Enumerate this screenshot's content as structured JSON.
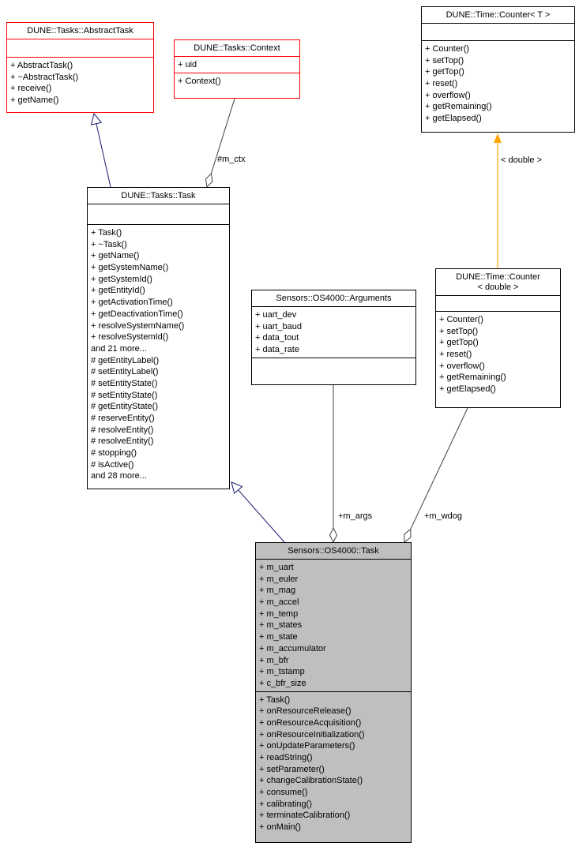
{
  "nodes": {
    "abstract_task": {
      "title": "DUNE::Tasks::AbstractTask",
      "attributes": [],
      "methods": [
        "+ AbstractTask()",
        "+ ~AbstractTask()",
        "+ receive()",
        "+ getName()"
      ]
    },
    "context": {
      "title": "DUNE::Tasks::Context",
      "attributes": [
        "+ uid"
      ],
      "methods": [
        "+ Context()"
      ]
    },
    "counter_t": {
      "title": "DUNE::Time::Counter< T >",
      "attributes": [],
      "methods": [
        "+ Counter()",
        "+ setTop()",
        "+ getTop()",
        "+ reset()",
        "+ overflow()",
        "+ getRemaining()",
        "+ getElapsed()"
      ]
    },
    "task": {
      "title": "DUNE::Tasks::Task",
      "attributes": [],
      "methods": [
        "+ Task()",
        "+ ~Task()",
        "+ getName()",
        "+ getSystemName()",
        "+ getSystemId()",
        "+ getEntityId()",
        "+ getActivationTime()",
        "+ getDeactivationTime()",
        "+ resolveSystemName()",
        "+ resolveSystemId()",
        "and 21 more...",
        "# getEntityLabel()",
        "# setEntityLabel()",
        "# setEntityState()",
        "# setEntityState()",
        "# getEntityState()",
        "# reserveEntity()",
        "# resolveEntity()",
        "# resolveEntity()",
        "# stopping()",
        "# isActive()",
        "and 28 more..."
      ]
    },
    "arguments": {
      "title": "Sensors::OS4000::Arguments",
      "attributes": [
        "+ uart_dev",
        "+ uart_baud",
        "+ data_tout",
        "+ data_rate"
      ],
      "methods": []
    },
    "counter_double": {
      "title": "DUNE::Time::Counter\n< double >",
      "attributes": [],
      "methods": [
        "+ Counter()",
        "+ setTop()",
        "+ getTop()",
        "+ reset()",
        "+ overflow()",
        "+ getRemaining()",
        "+ getElapsed()"
      ]
    },
    "os4000_task": {
      "title": "Sensors::OS4000::Task",
      "attributes": [
        "+ m_uart",
        "+ m_euler",
        "+ m_mag",
        "+ m_accel",
        "+ m_temp",
        "+ m_states",
        "+ m_state",
        "+ m_accumulator",
        "+ m_bfr",
        "+ m_tstamp",
        "+ c_bfr_size"
      ],
      "methods": [
        "+ Task()",
        "+ onResourceRelease()",
        "+ onResourceAcquisition()",
        "+ onResourceInitialization()",
        "+ onUpdateParameters()",
        "+ readString()",
        "+ setParameter()",
        "+ changeCalibrationState()",
        "+ consume()",
        "+ calibrating()",
        "+ terminateCalibration()",
        "+ onMain()"
      ]
    }
  },
  "edges": {
    "m_ctx": "#m_ctx",
    "template_double": "< double >",
    "m_args": "+m_args",
    "m_wdog": "+m_wdog"
  },
  "colors": {
    "inheritance": "#191970",
    "template": "#ffa500",
    "aggregation": "#404040",
    "external_border": "#ff0000",
    "selected_fill": "#bfbfbf"
  }
}
